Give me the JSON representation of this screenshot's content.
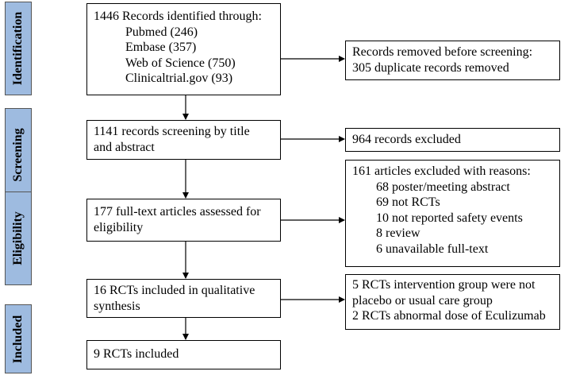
{
  "stages": [
    {
      "id": "identification",
      "label": "Identification"
    },
    {
      "id": "screening",
      "label": "Screening"
    },
    {
      "id": "eligibility",
      "label": "Eligibility"
    },
    {
      "id": "included",
      "label": "Included"
    }
  ],
  "boxes": {
    "identified": {
      "heading": "1446 Records identified through:",
      "items": [
        "Pubmed (246)",
        "Embase (357)",
        "Web of Science (750)",
        "Clinicaltrial.gov (93)"
      ]
    },
    "removed": {
      "lines": [
        "Records removed before screening:",
        "305 duplicate records removed"
      ]
    },
    "screened": {
      "lines": [
        "1141 records screening by title",
        "and abstract"
      ]
    },
    "excluded_screening": {
      "lines": [
        "964 records excluded"
      ]
    },
    "full_text": {
      "lines": [
        "177 full-text articles assessed for",
        "eligibility"
      ]
    },
    "excluded_fulltext": {
      "heading": "161 articles excluded with reasons:",
      "items": [
        "68 poster/meeting abstract",
        "69 not RCTs",
        "10 not reported safety events",
        "8 review",
        "6 unavailable full-text"
      ]
    },
    "qualitative": {
      "lines": [
        "16 RCTs included in qualitative",
        "synthesis"
      ]
    },
    "excluded_qualitative": {
      "lines": [
        "5 RCTs intervention group were not",
        "placebo or usual care group",
        "2 RCTs abnormal dose of Eculizumab"
      ]
    },
    "final": {
      "lines": [
        "9 RCTs included"
      ]
    }
  }
}
